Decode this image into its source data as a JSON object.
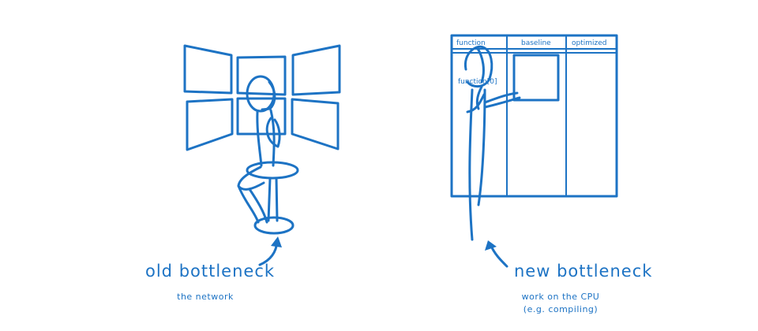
{
  "left_panel": {
    "title": "old bottleneck",
    "subtitle": "the network"
  },
  "right_panel": {
    "title": "new bottleneck",
    "subtitle_line1": "work on the CPU",
    "subtitle_line2": "(e.g. compiling)",
    "table_headers": [
      "function",
      "baseline",
      "optimized"
    ],
    "card_label": "function[0]"
  },
  "colors": {
    "ink": "#1d73c4",
    "background": "#ffffff"
  }
}
